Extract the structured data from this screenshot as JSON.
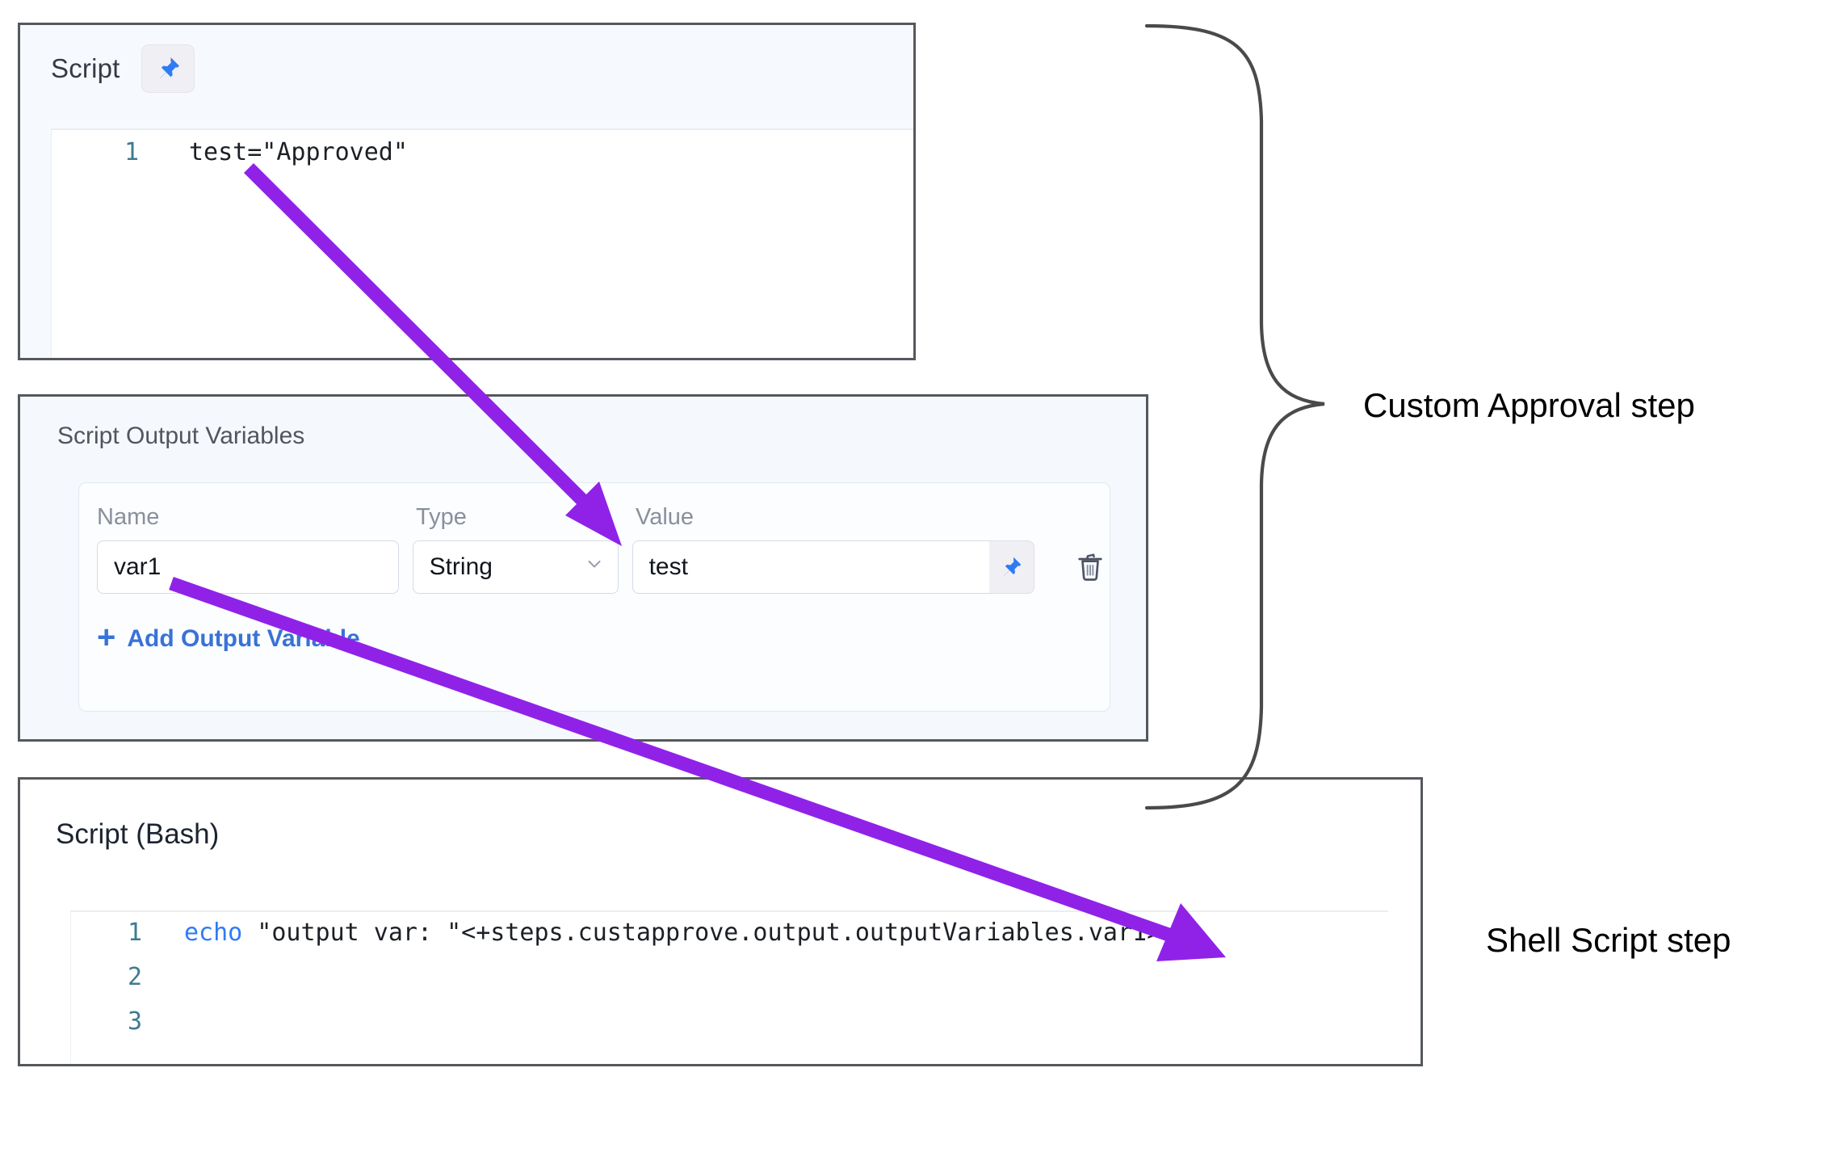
{
  "script_panel": {
    "title": "Script",
    "pin_icon": "pushpin-icon",
    "code_lines": [
      {
        "num": "1",
        "prefix": "",
        "text": "test=\"Approved\""
      }
    ]
  },
  "output_variables_panel": {
    "title": "Script Output Variables",
    "columns": {
      "name": "Name",
      "type": "Type",
      "value": "Value"
    },
    "rows": [
      {
        "name": "var1",
        "type": "String",
        "type_chevron": "chevron-down-icon",
        "value": "test",
        "pin_icon": "pushpin-icon",
        "delete_icon": "trash-icon"
      }
    ],
    "add_label": "Add Output Variable",
    "add_plus": "+"
  },
  "bash_panel": {
    "title": "Script (Bash)",
    "code_lines": [
      {
        "num": "1",
        "keyword": "echo",
        "rest": " \"output var: \"<+steps.custapprove.output.outputVariables.var1>"
      },
      {
        "num": "2",
        "keyword": "",
        "rest": ""
      },
      {
        "num": "3",
        "keyword": "",
        "rest": ""
      }
    ]
  },
  "annotations": {
    "brace_label": "Custom Approval step",
    "shell_label": "Shell Script step",
    "arrow_color": "#9022e8",
    "brace_color": "#4a4a4a"
  }
}
